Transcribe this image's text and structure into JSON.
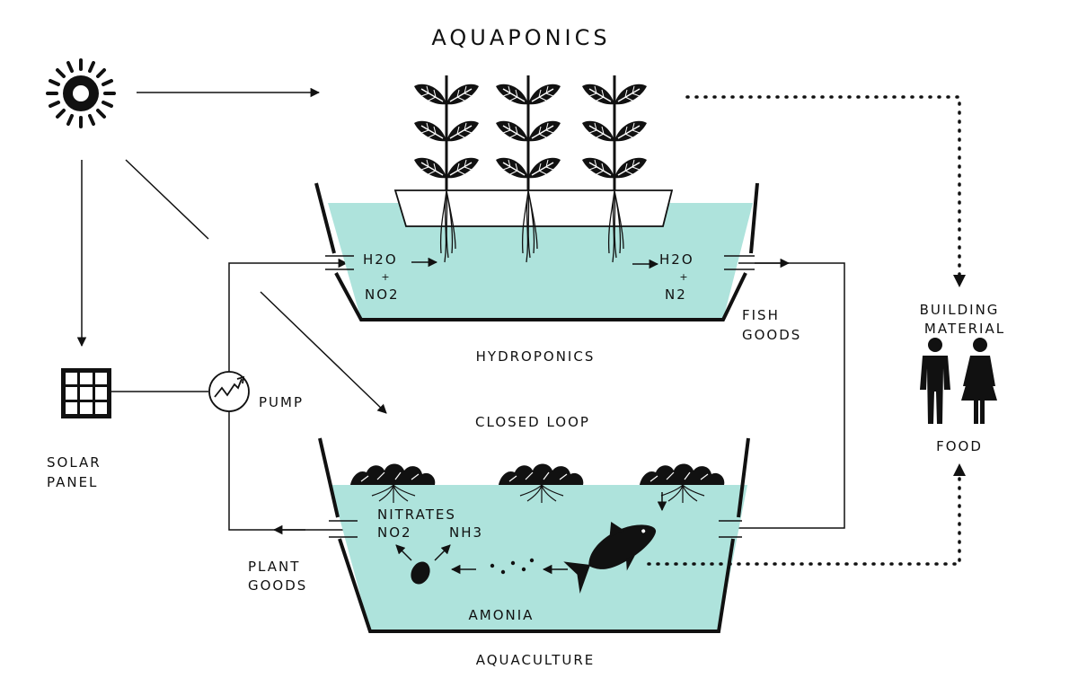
{
  "title": "AQUAPONICS",
  "labels": {
    "hydroponics": "HYDROPONICS",
    "closed_loop": "CLOSED LOOP",
    "aquaculture": "AQUACULTURE",
    "pump": "PUMP",
    "solar_line1": "SOLAR",
    "solar_line2": "PANEL",
    "fish_goods_line1": "FISH",
    "fish_goods_line2": "GOODS",
    "plant_goods_line1": "PLANT",
    "plant_goods_line2": "GOODS",
    "building_line1": "BUILDING",
    "building_line2": "MATERIAL",
    "food": "FOOD",
    "h2o_in": "H2O",
    "plus_in": "+",
    "no2_in": "NO2",
    "h2o_out": "H2O",
    "plus_out": "+",
    "n2_out": "N2",
    "nitrates": "NITRATES",
    "no2": "NO2",
    "nh3": "NH3",
    "amonia": "AMONIA"
  },
  "colors": {
    "water": "#aee3dc",
    "ink": "#111111",
    "background": "#ffffff"
  },
  "icons": [
    "sun-icon",
    "solar-panel-icon",
    "pump-icon",
    "plant-icon",
    "lettuce-icon",
    "fish-icon",
    "people-icon"
  ]
}
